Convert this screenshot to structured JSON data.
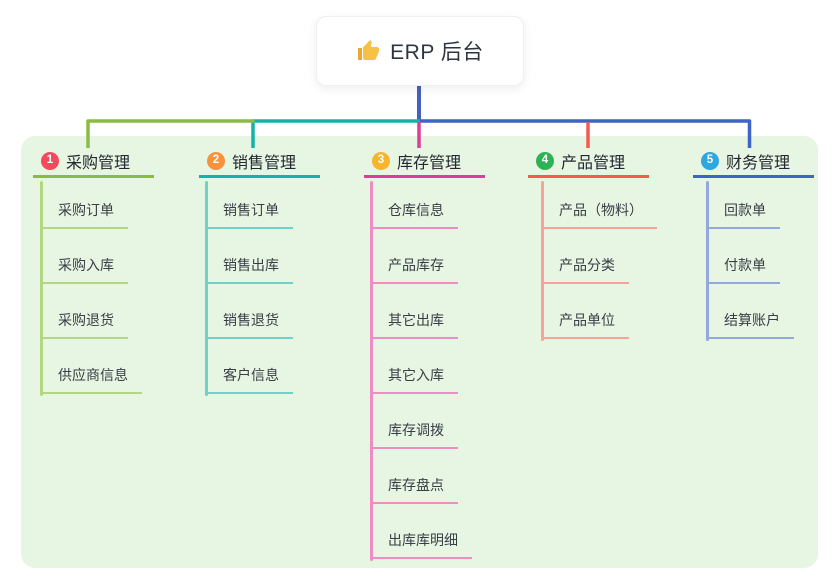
{
  "root": {
    "label": "ERP 后台",
    "icon": "thumbs-up"
  },
  "colors": {
    "panel-bg": "#e7f6e3",
    "line-blue": "#4560c5",
    "b1-main": "#8abc44",
    "b1-light": "#b3d685",
    "b1-badge": "#f5495e",
    "b2-main": "#14b3a8",
    "b2-light": "#72d0c8",
    "b2-badge": "#f7933d",
    "b3-main": "#dd3d96",
    "b3-light": "#f08cc4",
    "b3-badge": "#f8b42b",
    "b4-main": "#f55a4e",
    "b4-light": "#f9a29a",
    "b4-badge": "#2db356",
    "b5-main": "#3e63c9",
    "b5-light": "#93a8dd",
    "b5-badge": "#2ea7e0"
  },
  "branches": [
    {
      "number": "1",
      "title": "采购管理",
      "children": [
        "采购订单",
        "采购入库",
        "采购退货",
        "供应商信息"
      ]
    },
    {
      "number": "2",
      "title": "销售管理",
      "children": [
        "销售订单",
        "销售出库",
        "销售退货",
        "客户信息"
      ]
    },
    {
      "number": "3",
      "title": "库存管理",
      "children": [
        "仓库信息",
        "产品库存",
        "其它出库",
        "其它入库",
        "库存调拨",
        "库存盘点",
        "出库库明细"
      ]
    },
    {
      "number": "4",
      "title": "产品管理",
      "children": [
        "产品（物料）",
        "产品分类",
        "产品单位"
      ]
    },
    {
      "number": "5",
      "title": "财务管理",
      "children": [
        "回款单",
        "付款单",
        "结算账户"
      ]
    }
  ]
}
